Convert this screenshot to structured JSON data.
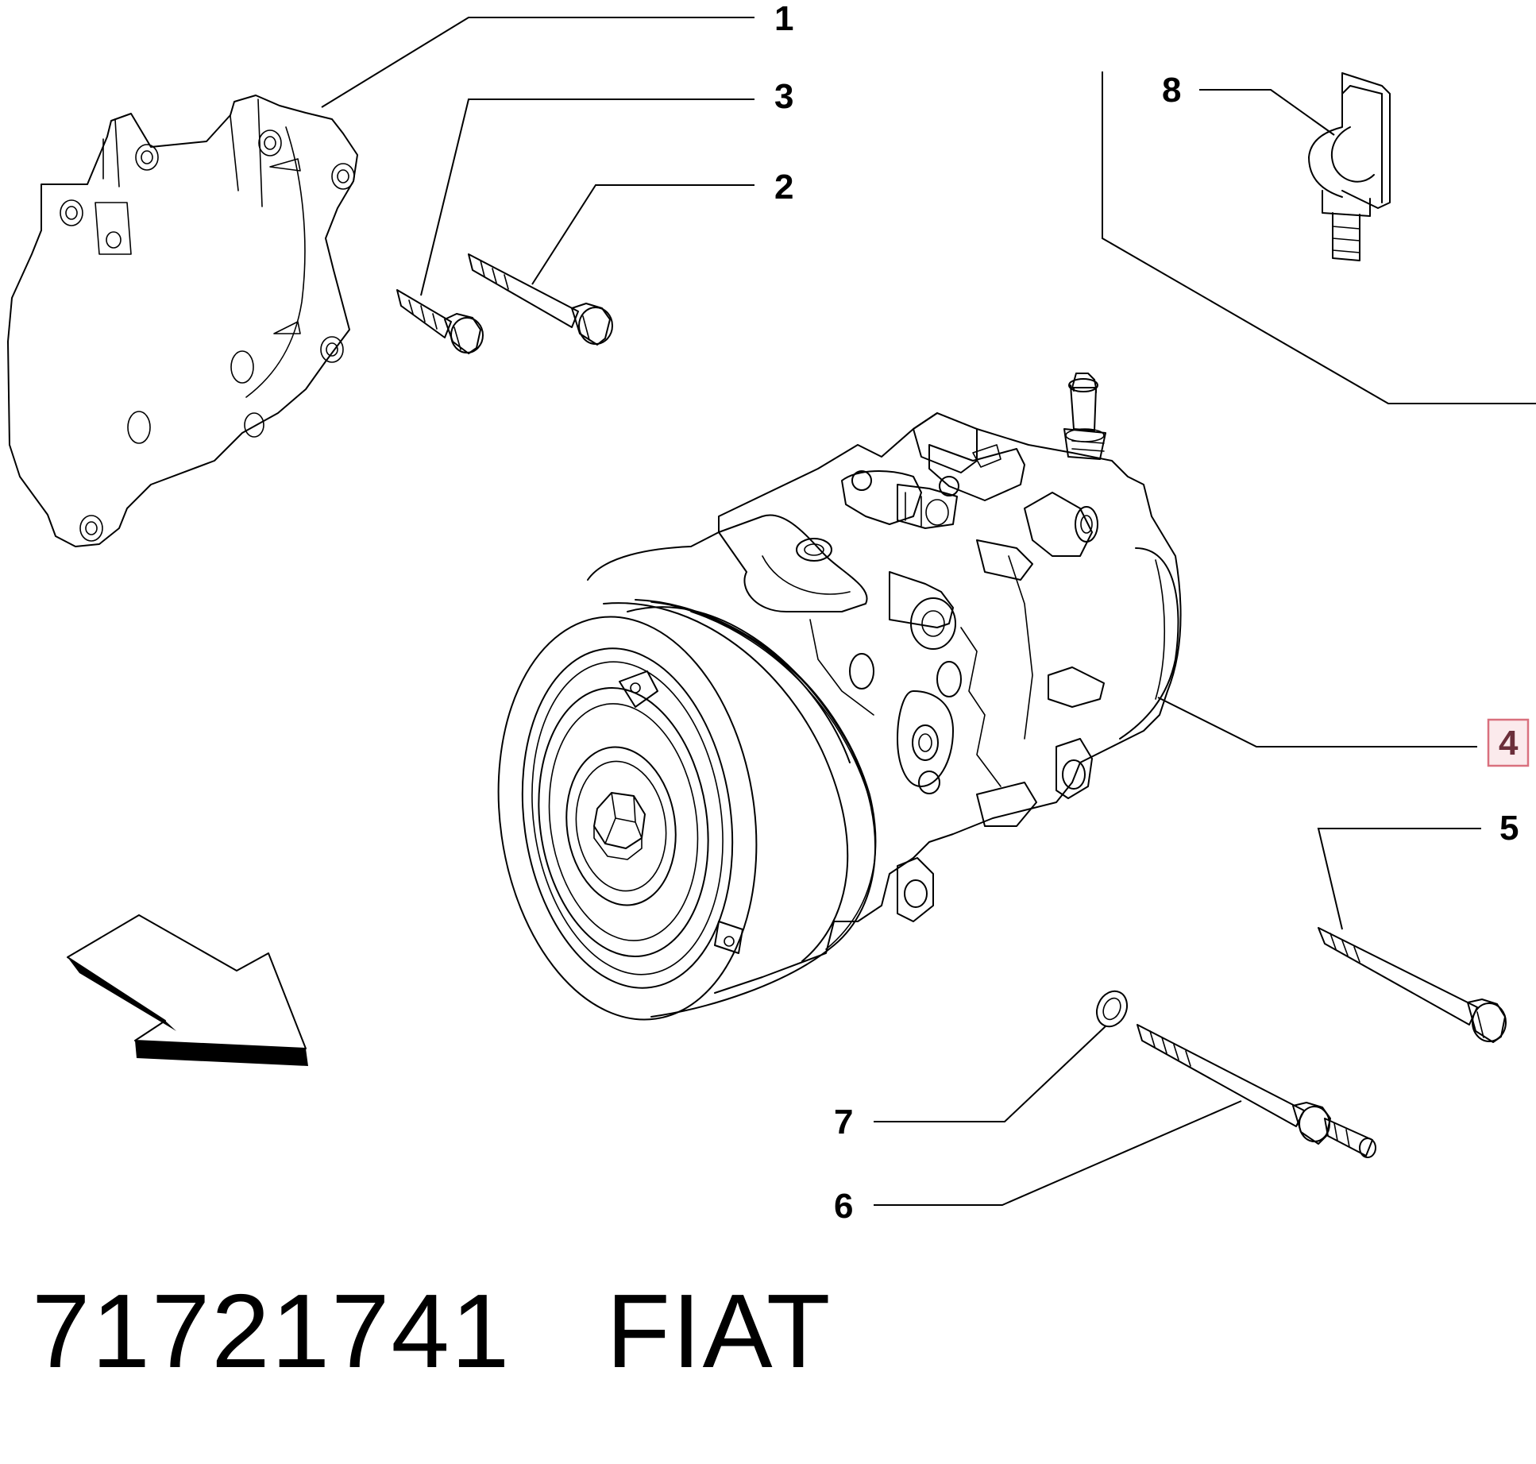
{
  "callouts": {
    "c1": "1",
    "c2": "2",
    "c3": "3",
    "c4": "4",
    "c5": "5",
    "c6": "6",
    "c7": "7",
    "c8": "8"
  },
  "highlighted_callout": "4",
  "footer": {
    "part_number": "71721741",
    "brand": "FIAT"
  }
}
